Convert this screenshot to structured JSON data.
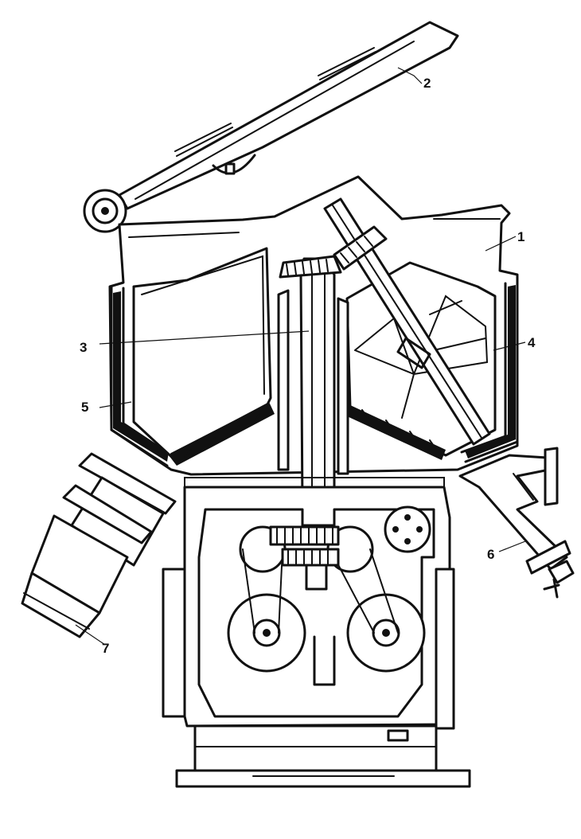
{
  "callouts": {
    "c1": "1",
    "c2": "2",
    "c3": "3",
    "c4": "4",
    "c5": "5",
    "c6": "6",
    "c7": "7"
  },
  "colors": {
    "ink": "#111111",
    "paper": "#ffffff"
  }
}
